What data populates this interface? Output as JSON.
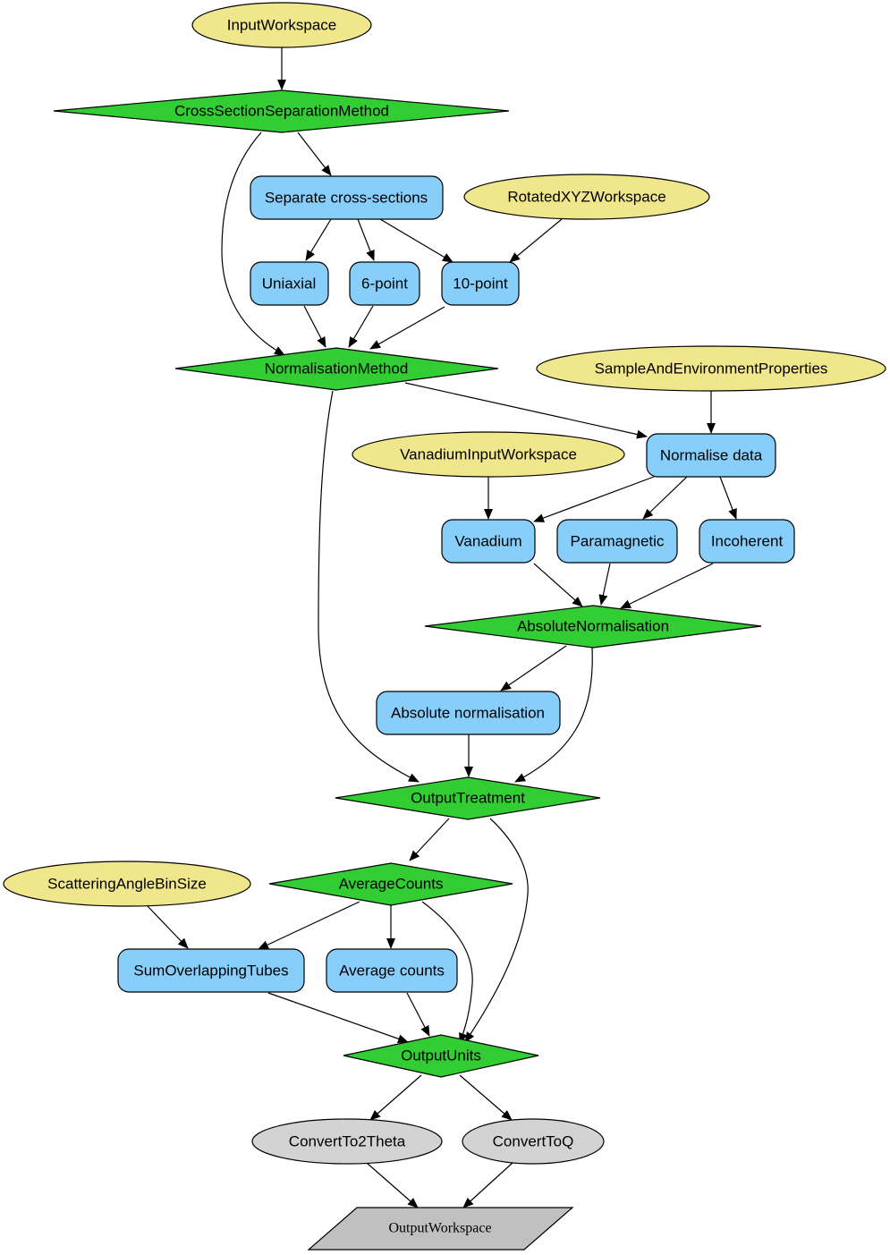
{
  "colors": {
    "property": "#f0e68c",
    "decision": "#32cd32",
    "process": "#87cefa",
    "unit": "#d3d3d3",
    "output": "#c0c0c0"
  },
  "nodes": {
    "input_workspace": "InputWorkspace",
    "cross_section_method": "CrossSectionSeparationMethod",
    "separate_cross_sections": "Separate cross-sections",
    "rotated_xyz_workspace": "RotatedXYZWorkspace",
    "uniaxial": "Uniaxial",
    "six_point": "6-point",
    "ten_point": "10-point",
    "normalisation_method": "NormalisationMethod",
    "sample_env_properties": "SampleAndEnvironmentProperties",
    "normalise_data": "Normalise data",
    "vanadium_input_workspace": "VanadiumInputWorkspace",
    "vanadium": "Vanadium",
    "paramagnetic": "Paramagnetic",
    "incoherent": "Incoherent",
    "absolute_normalisation_decision": "AbsoluteNormalisation",
    "absolute_normalisation": "Absolute normalisation",
    "output_treatment": "OutputTreatment",
    "scattering_angle_bin_size": "ScatteringAngleBinSize",
    "average_counts_decision": "AverageCounts",
    "sum_overlapping_tubes": "SumOverlappingTubes",
    "average_counts": "Average counts",
    "output_units": "OutputUnits",
    "convert_to_2theta": "ConvertTo2Theta",
    "convert_to_q": "ConvertToQ",
    "output_workspace": "OutputWorkspace"
  }
}
